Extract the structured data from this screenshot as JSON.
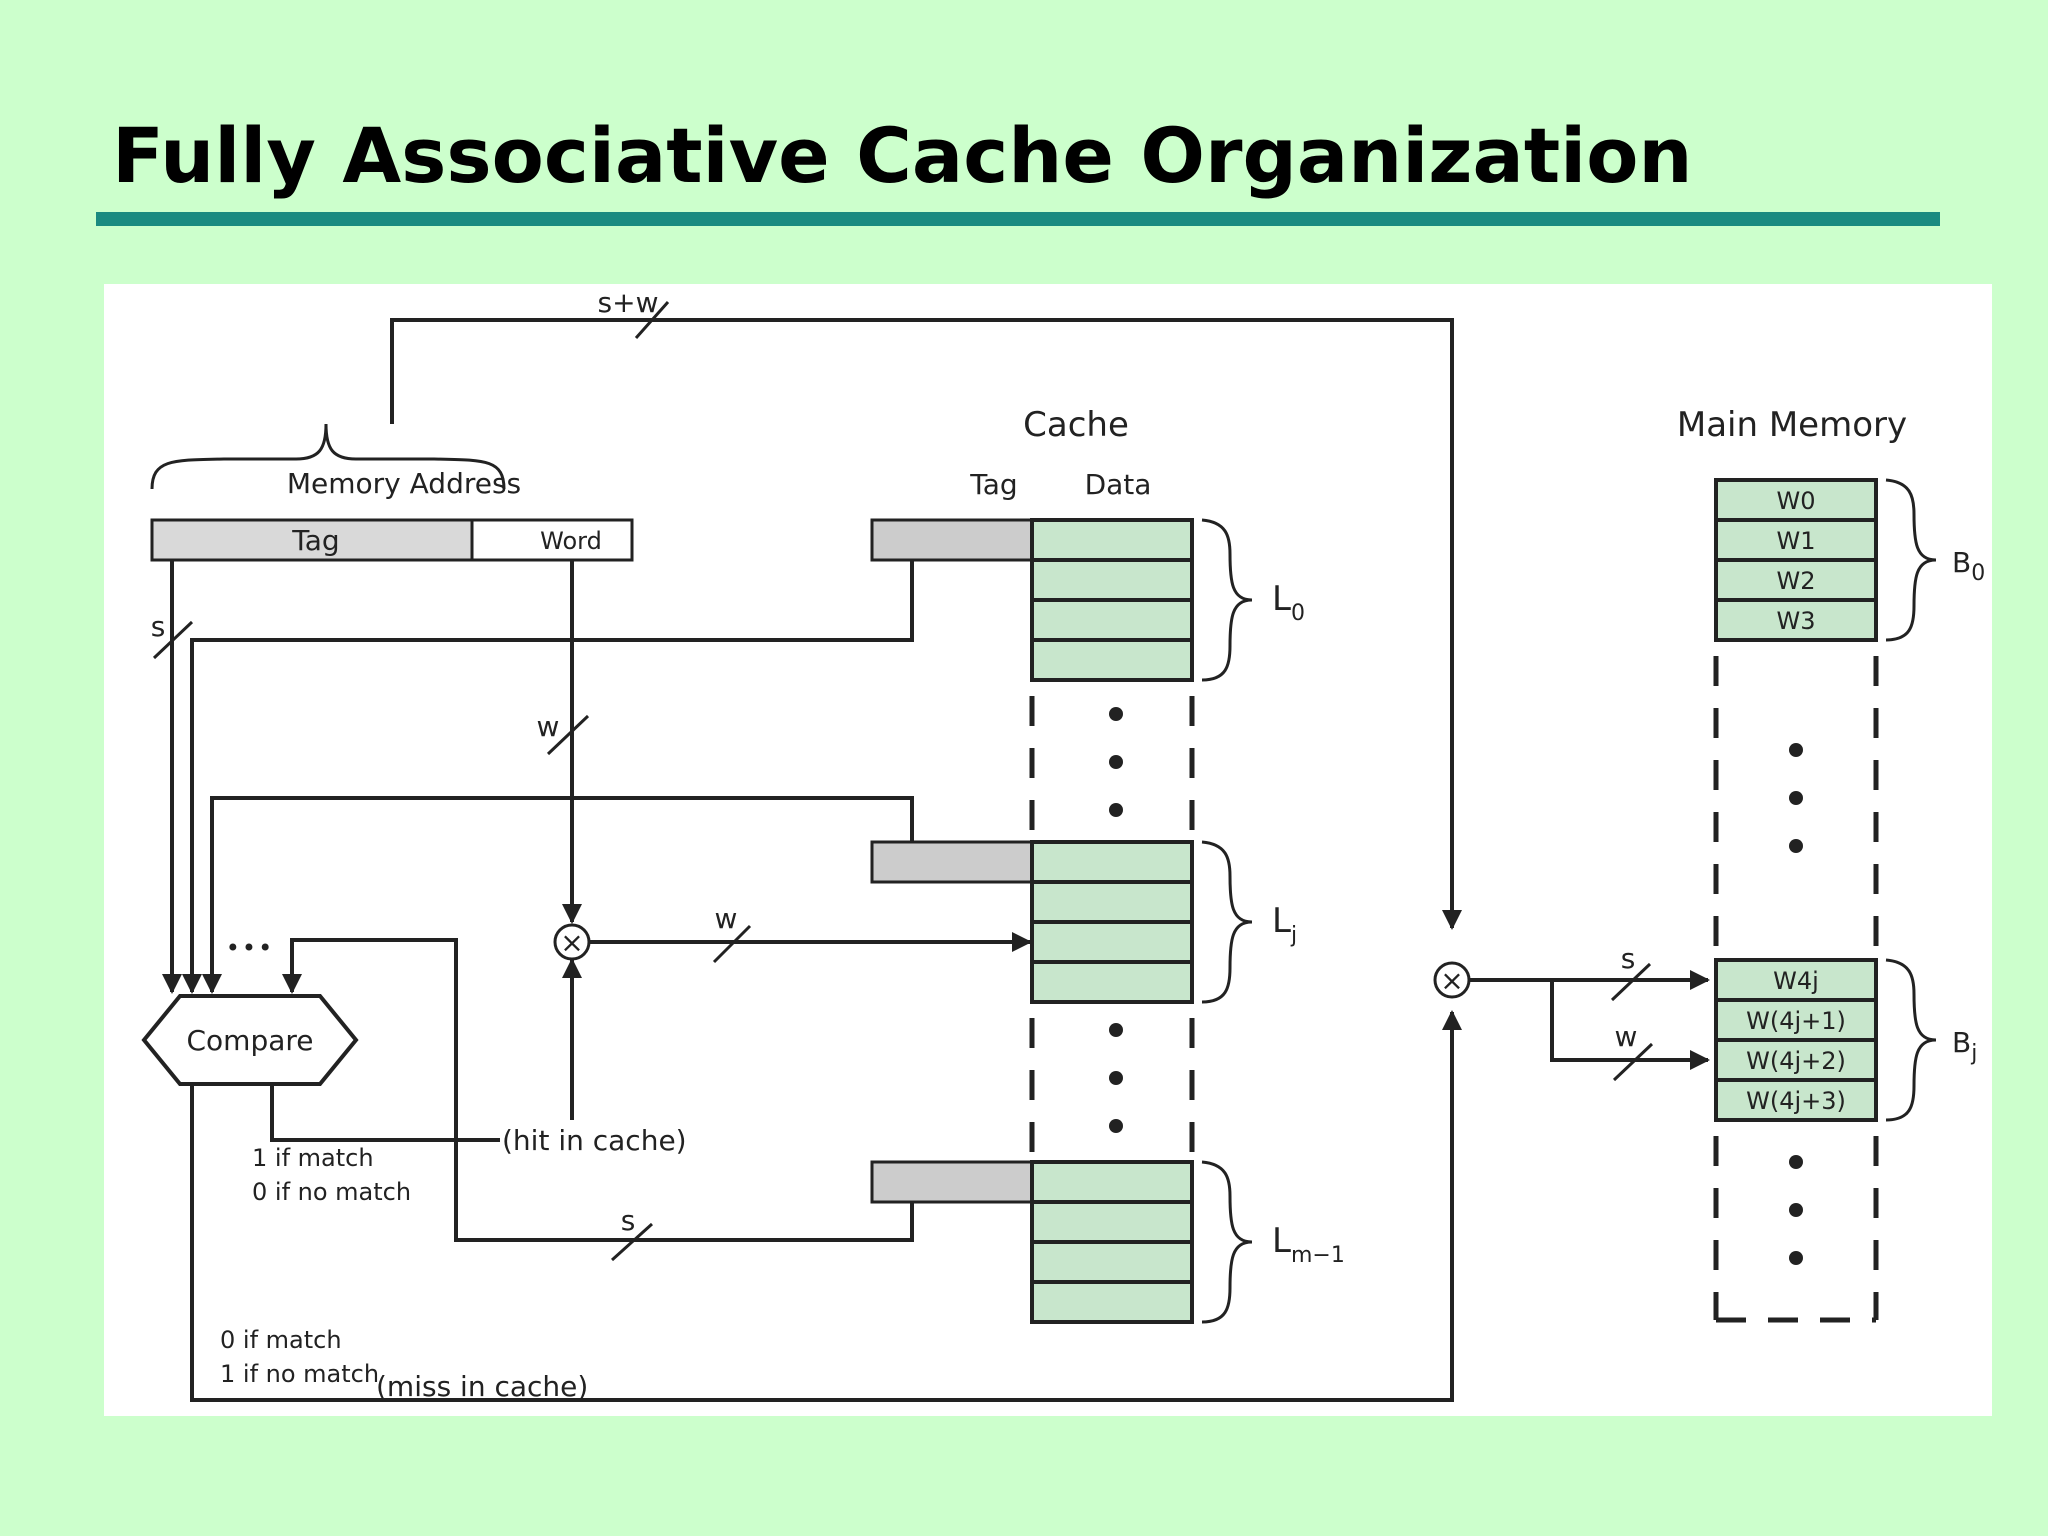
{
  "title": "Fully Associative Cache Organization",
  "diagram": {
    "memory_address": {
      "label": "Memory Address",
      "tag_field": "Tag",
      "word_field": "Word"
    },
    "cache": {
      "label": "Cache",
      "tag_col": "Tag",
      "data_col": "Data"
    },
    "cache_lines": [
      {
        "letter": "L",
        "sub": "0"
      },
      {
        "letter": "L",
        "sub": "j"
      },
      {
        "letter": "L",
        "sub": "m−1"
      }
    ],
    "main_memory": {
      "label": "Main Memory",
      "block0_words": [
        "W0",
        "W1",
        "W2",
        "W3"
      ],
      "blockj_words": [
        "W4j",
        "W(4j+1)",
        "W(4j+2)",
        "W(4j+3)"
      ],
      "block0": {
        "letter": "B",
        "sub": "0"
      },
      "blockj": {
        "letter": "B",
        "sub": "j"
      }
    },
    "compare": "Compare",
    "compare_ellipsis": "•••",
    "bus_labels": {
      "s_plus_w": "s+w",
      "s_tag": "s",
      "w_word": "w",
      "w_data": "w",
      "s_line": "s",
      "s_mem": "s",
      "w_mem": "w"
    },
    "hit_signal": "(hit in cache)",
    "miss_signal": "(miss in cache)",
    "hit_values": [
      "1 if match",
      "0 if no match"
    ],
    "miss_values": [
      "0 if match",
      "1 if no match"
    ],
    "mux_symbol": "×"
  }
}
